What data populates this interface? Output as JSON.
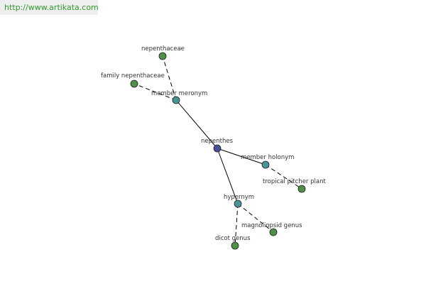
{
  "watermark": "http://www.artikata.com",
  "colors": {
    "center_node": "#4a4f9a",
    "relation_node": "#4a9494",
    "leaf_node": "#4f8f48",
    "watermark_text": "#2e9a2e",
    "watermark_bg": "#efefef"
  },
  "nodes": {
    "nepenthes": {
      "label": "nepenthes",
      "kind": "center"
    },
    "member_meronym": {
      "label": "member meronym",
      "kind": "relation"
    },
    "member_holonym": {
      "label": "member holonym",
      "kind": "relation"
    },
    "hypernym": {
      "label": "hypernym",
      "kind": "relation"
    },
    "nepenthaceae": {
      "label": "nepenthaceae",
      "kind": "leaf"
    },
    "family_nepenthaceae": {
      "label": "family nepenthaceae",
      "kind": "leaf"
    },
    "tropical_pitcher_plant": {
      "label": "tropical pitcher plant",
      "kind": "leaf"
    },
    "magnoliopsid_genus": {
      "label": "magnoliopsid genus",
      "kind": "leaf"
    },
    "dicot_genus": {
      "label": "dicot genus",
      "kind": "leaf"
    }
  },
  "edges": [
    {
      "from": "nepenthes",
      "to": "member_meronym",
      "style": "solid"
    },
    {
      "from": "nepenthes",
      "to": "member_holonym",
      "style": "solid"
    },
    {
      "from": "nepenthes",
      "to": "hypernym",
      "style": "solid"
    },
    {
      "from": "member_meronym",
      "to": "nepenthaceae",
      "style": "dashed"
    },
    {
      "from": "member_meronym",
      "to": "family_nepenthaceae",
      "style": "dashed"
    },
    {
      "from": "member_holonym",
      "to": "tropical_pitcher_plant",
      "style": "dashed"
    },
    {
      "from": "hypernym",
      "to": "magnoliopsid_genus",
      "style": "dashed"
    },
    {
      "from": "hypernym",
      "to": "dicot_genus",
      "style": "dashed"
    }
  ]
}
